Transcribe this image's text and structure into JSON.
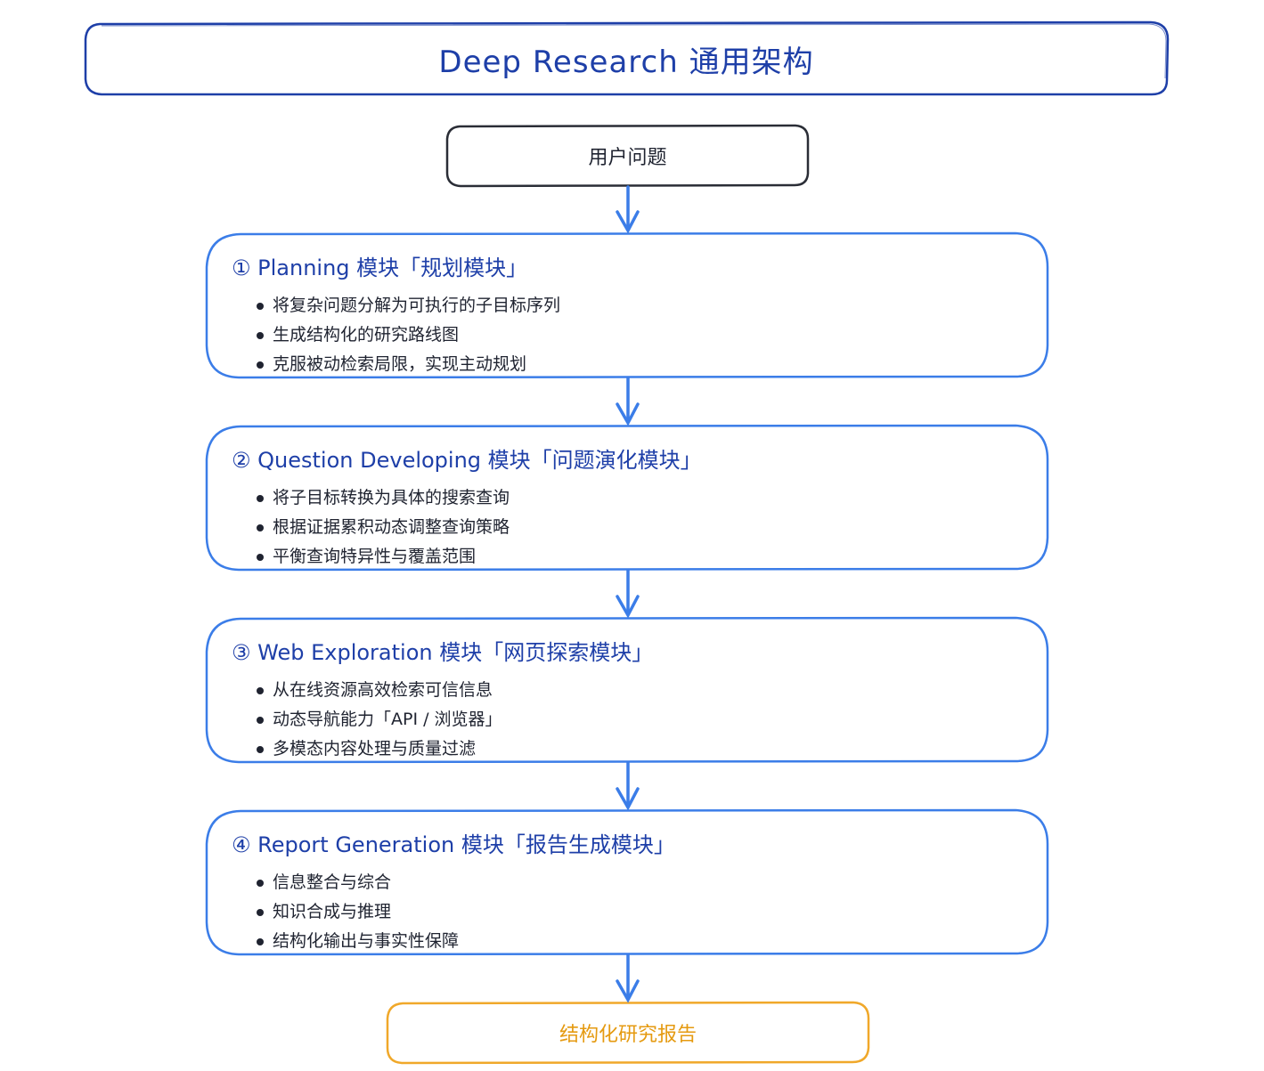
{
  "title": "Deep Research 通用架构",
  "start_node": "用户问题",
  "modules": [
    {
      "title": "① Planning 模块「规划模块」",
      "items": [
        "将复杂问题分解为可执行的子目标序列",
        "生成结构化的研究路线图",
        "克服被动检索局限，实现主动规划"
      ]
    },
    {
      "title": "② Question Developing 模块「问题演化模块」",
      "items": [
        "将子目标转换为具体的搜索查询",
        "根据证据累积动态调整查询策略",
        "平衡查询特异性与覆盖范围"
      ]
    },
    {
      "title": "③ Web Exploration 模块「网页探索模块」",
      "items": [
        "从在线资源高效检索可信信息",
        "动态导航能力「API / 浏览器」",
        "多模态内容处理与质量过滤"
      ]
    },
    {
      "title": "④ Report Generation 模块「报告生成模块」",
      "items": [
        "信息整合与综合",
        "知识合成与推理",
        "结构化输出与事实性保障"
      ]
    }
  ],
  "end_node": "结构化研究报告",
  "colors": {
    "title_border": "#1e3fa8",
    "module_border": "#3b7de8",
    "arrow": "#3b7de8",
    "start_border": "#2a2d36",
    "end_border": "#f0a82a",
    "end_text": "#e59a10"
  }
}
